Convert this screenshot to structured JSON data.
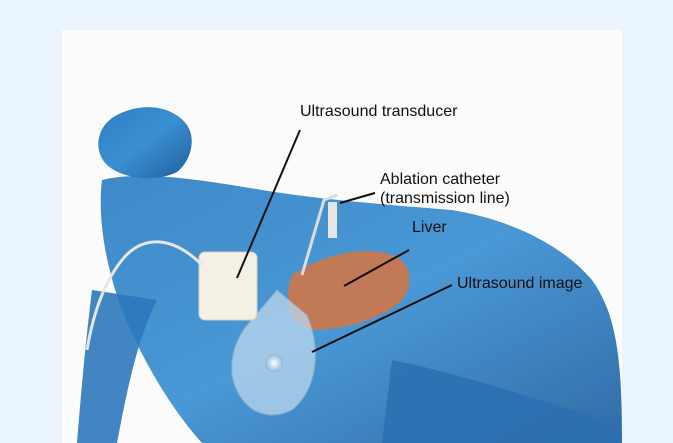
{
  "labels": {
    "transducer": "Ultrasound transducer",
    "catheter": "Ablation catheter\n(transmission line)",
    "liver": "Liver",
    "image": "Ultrasound image"
  }
}
